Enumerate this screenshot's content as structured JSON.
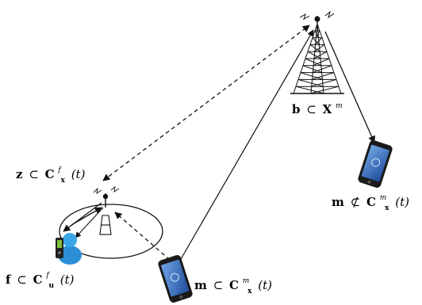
{
  "labels": {
    "macro_bs": {
      "sym": "b",
      "rel": "⊂",
      "set": "X",
      "sup": "m",
      "arg": ""
    },
    "femto_bs": {
      "sym": "z",
      "rel": "⊂",
      "set": "C",
      "sup": "f",
      "sub": "x",
      "arg": "(t)"
    },
    "femto_user": {
      "sym": "f",
      "rel": "⊂",
      "set": "C",
      "sup": "f",
      "sub": "u",
      "arg": "(t)"
    },
    "macro_user_inside": {
      "sym": "m",
      "rel": "⊂",
      "set": "C",
      "sup": "m",
      "sub": "x",
      "arg": "(t)"
    },
    "macro_user_outside": {
      "sym": "m",
      "rel": "⊄",
      "set": "C",
      "sup": "m",
      "sub": "x",
      "arg": "(t)"
    }
  },
  "icons": {
    "macro_tower": "lattice-tower-icon",
    "femto_antenna": "femto-antenna-icon",
    "smartphone": "smartphone-icon",
    "femto_user": "user-with-phone-icon"
  },
  "colors": {
    "line": "#111111",
    "phone_body": "#1a1a1a",
    "phone_screen": "#2b5fae",
    "user_head": "#3aa6e8",
    "user_body": "#2c8fd6"
  }
}
